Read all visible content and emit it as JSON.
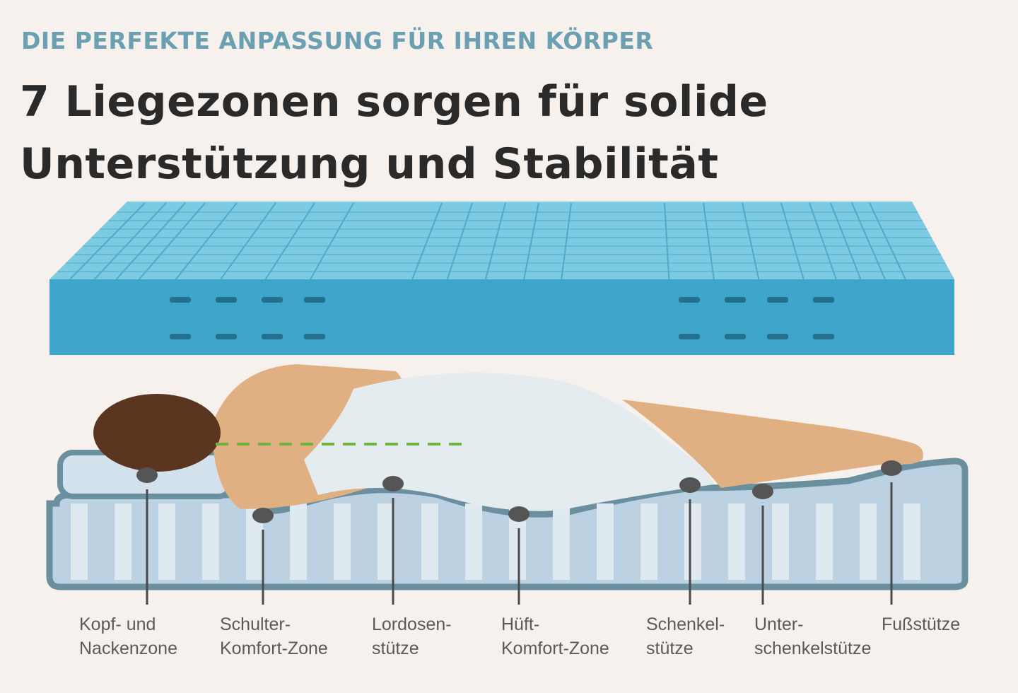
{
  "header": {
    "kicker": "DIE PERFEKTE ANPASSUNG FÜR IHREN KÖRPER",
    "title_line1": "7 Liegezonen sorgen für solide",
    "title_line2": "Unterstützung und Stabilität"
  },
  "zones": [
    {
      "line1": "Kopf- und",
      "line2": "Nackenzone"
    },
    {
      "line1": "Schulter-",
      "line2": "Komfort-Zone"
    },
    {
      "line1": "Lordosen-",
      "line2": "stütze"
    },
    {
      "line1": "Hüft-",
      "line2": "Komfort-Zone"
    },
    {
      "line1": "Schenkel-",
      "line2": "stütze"
    },
    {
      "line1": "Unter-",
      "line2": "schenkelstütze"
    },
    {
      "line1": "Fußstütze",
      "line2": ""
    }
  ],
  "colors": {
    "background": "#f6f1ec",
    "kicker": "#6b9fb2",
    "foam_top": "#7ccbe2",
    "foam_front": "#3ea6cb",
    "mattress_outline": "#6a8f9f",
    "spine_line": "#6fb23e"
  }
}
